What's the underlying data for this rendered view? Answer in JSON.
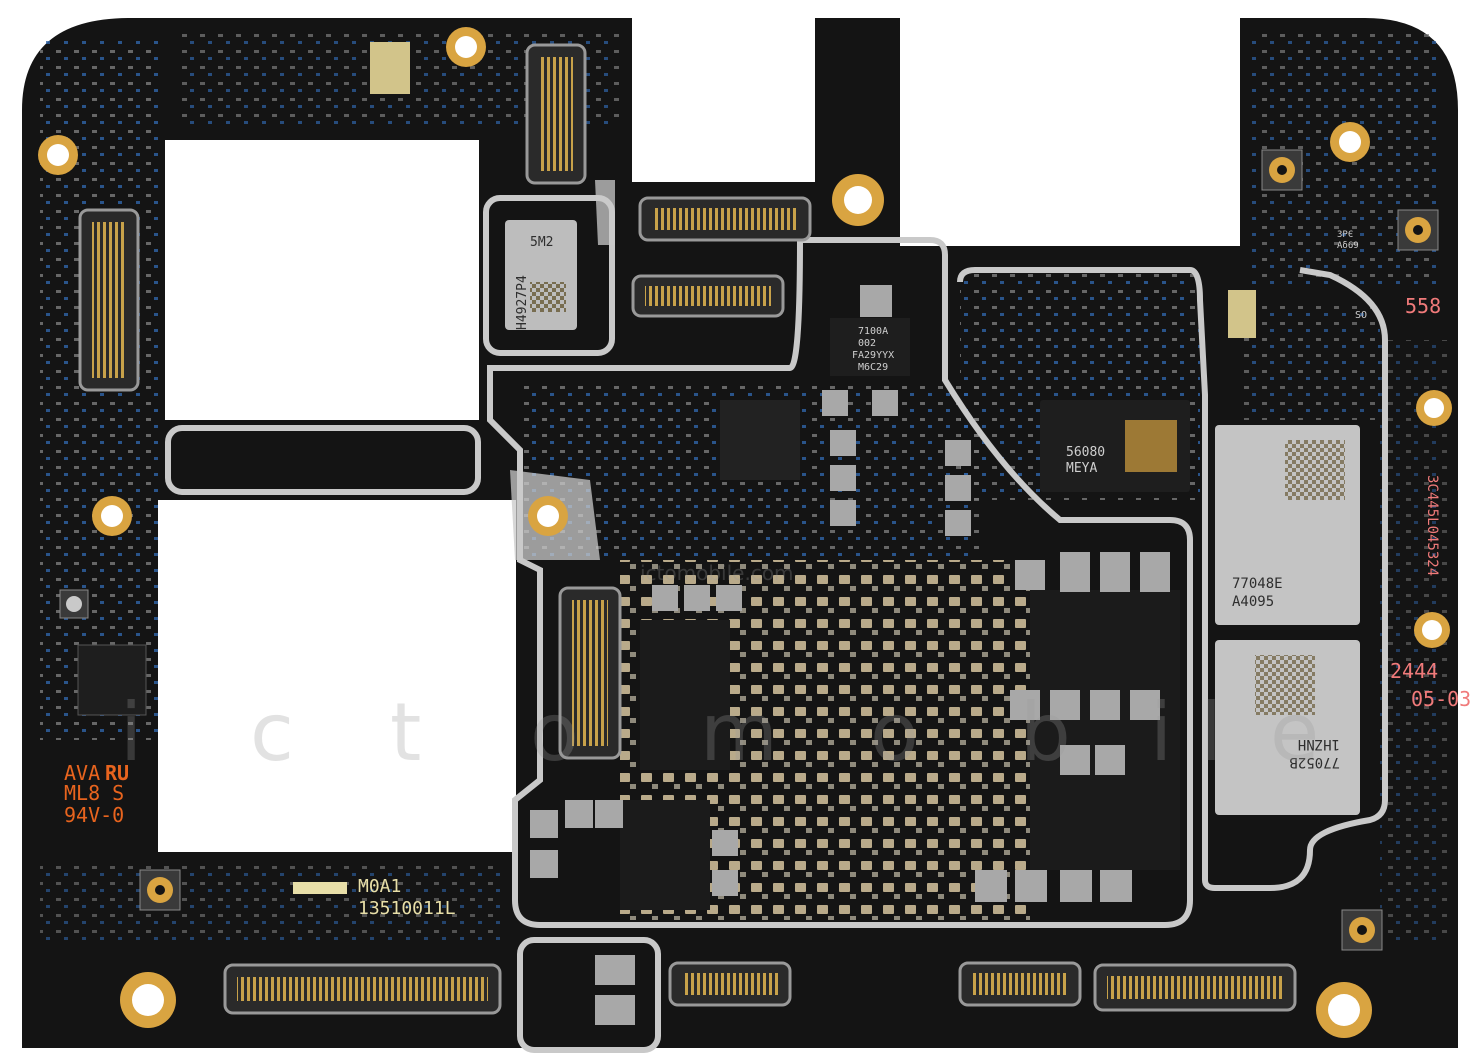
{
  "colors": {
    "board": "#141414",
    "shield": "#c9c9c9",
    "silk_red": "#f07a7a",
    "silk_orange": "#e8641e",
    "silk_yellow": "#e8dfa8",
    "gold": "#d9a441",
    "chip_silver": "#bdbdbd",
    "component_tan": "#b9aa8a",
    "watermark": "#9a9a9a"
  },
  "icons": [
    "mounting-hole-icon",
    "coax-connector-icon",
    "board-connector-icon",
    "chip-icon",
    "shield-can-icon",
    "datamatrix-icon"
  ],
  "labels": {
    "edge_top_right": "558",
    "edge_serial": "3C445L045324",
    "edge_date_1": "2444",
    "edge_date_2": "05-03",
    "ul_mark": "AVA",
    "ul_logo": "RU",
    "ml8s": "ML8 S",
    "flame": "94V-0",
    "moa1": "M0A1",
    "board_number": "13510011L",
    "chip_5m2": "5M2",
    "chip_h4927": "H4927P4",
    "chip_7100a_l1": "7100A",
    "chip_7100a_l2": "002",
    "chip_7100a_l3": "FA29YYX",
    "chip_7100a_l4": "M6C29",
    "chip_56080_l1": "56080",
    "chip_56080_l2": "MEYA",
    "chip_77048_l1": "77048E",
    "chip_77048_l2": "A4095",
    "chip_77052_l1": "77052B",
    "chip_77052_l2": "1HZNH",
    "chip_3p": "3PЄ",
    "chip_3p2": "Aδ69",
    "tag_so": "SO",
    "watermark_url": "ictomobile.com",
    "watermark_letters": [
      "i",
      "c",
      "t",
      "o",
      "m",
      "o",
      "b",
      "i",
      "l",
      "e"
    ]
  }
}
